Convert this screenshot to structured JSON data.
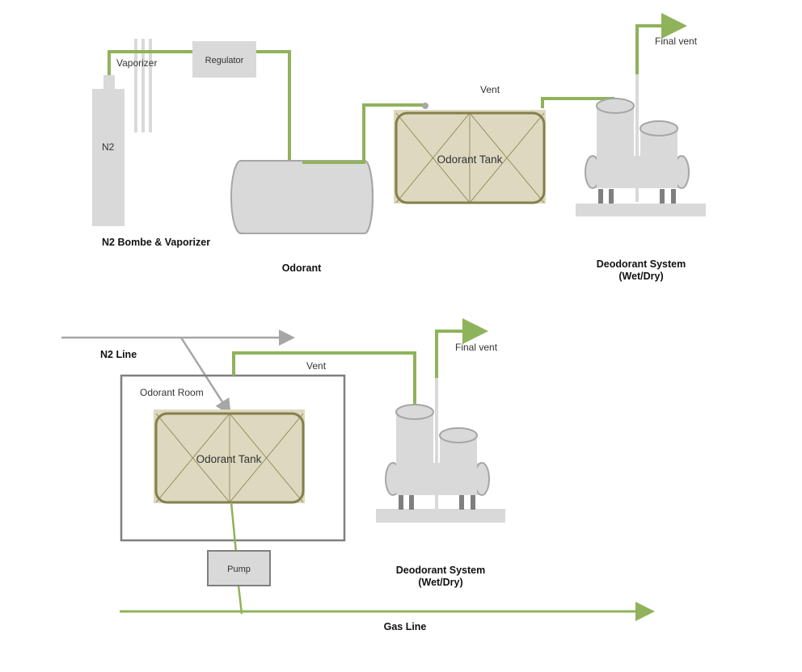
{
  "top": {
    "n2_label": "N2",
    "vaporizer_label": "Vaporizer",
    "regulator_label": "Regulator",
    "odorant_tank_label": "Odorant Tank",
    "vent_label": "Vent",
    "final_vent_label": "Final vent",
    "caption_n2": "N2 Bombe & Vaporizer",
    "caption_odorant": "Odorant",
    "caption_deodorant_1": "Deodorant System",
    "caption_deodorant_2": "(Wet/Dry)"
  },
  "bottom": {
    "n2_line_label": "N2 Line",
    "odorant_room_label": "Odorant Room",
    "odorant_tank_label": "Odorant Tank",
    "vent_label": "Vent",
    "final_vent_label": "Final vent",
    "pump_label": "Pump",
    "caption_deodorant_1": "Deodorant System",
    "caption_deodorant_2": "(Wet/Dry)",
    "gas_line_label": "Gas Line"
  },
  "colors": {
    "green_pipe": "#8fb35a",
    "gray_equipment": "#d9d9d9",
    "tank_fill": "#ddd8bf",
    "tank_border": "#857f4b"
  }
}
